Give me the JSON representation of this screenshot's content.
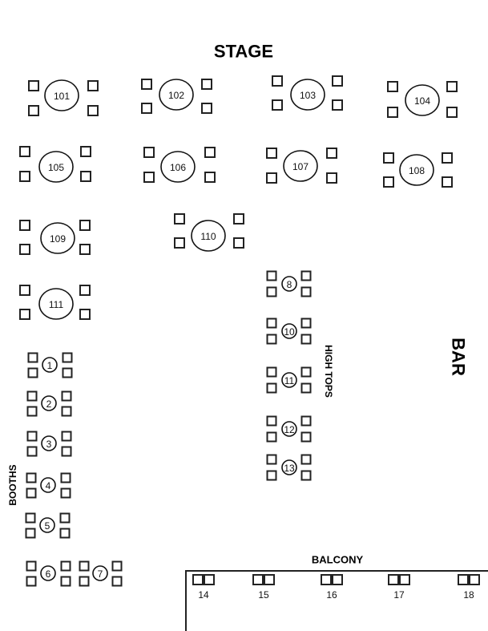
{
  "labels": {
    "stage": "STAGE",
    "bar": "BAR",
    "high_tops": "HIGH TOPS",
    "booths": "BOOTHS",
    "balcony": "BALCONY"
  },
  "main_tables": [
    "101",
    "102",
    "103",
    "104",
    "105",
    "106",
    "107",
    "108",
    "109",
    "110",
    "111"
  ],
  "high_tops": [
    "8",
    "10",
    "11",
    "12",
    "13"
  ],
  "booths": [
    "1",
    "2",
    "3",
    "4",
    "5",
    "6",
    "7"
  ],
  "balcony_tables": [
    "14",
    "15",
    "16",
    "17",
    "18"
  ],
  "colors": {
    "line": "#111111",
    "background": "#ffffff"
  }
}
